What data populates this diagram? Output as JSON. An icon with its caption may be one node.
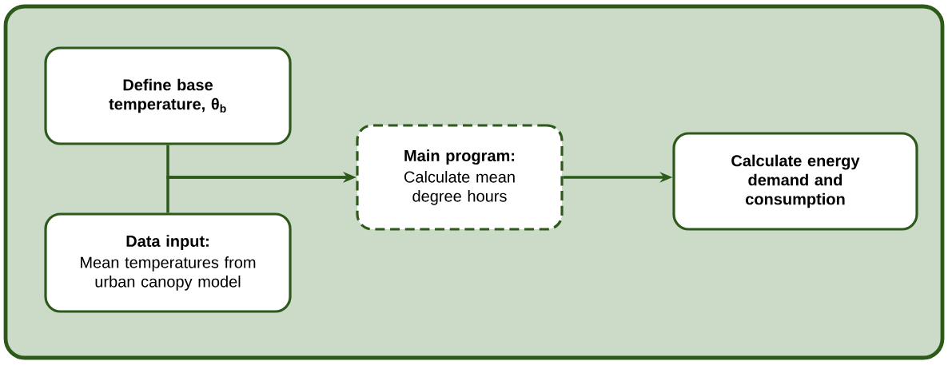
{
  "diagram": {
    "nodes": [
      {
        "text": [],
        "shape": "box"
      },
      {
        "text": [
          "Define base temperature, θ$_{b}$"
        ],
        "in": 0
      },
      {
        "text": [
          "Data input:",
          "Mean temperatures from urban canopy model"
        ],
        "in": 0
      },
      {
        "text": [
          "Main program:",
          "Calculate mean degree hours"
        ],
        "in": 0
      },
      {
        "text": [
          "Calculate energy demand and consumption"
        ],
        "in": 0
      }
    ],
    "edges": [
      {
        "from": 1,
        "to": 3,
        "arrow": "to"
      },
      {
        "from": 2,
        "to": 3,
        "arrow": "to"
      },
      {
        "from": 3,
        "to": 4,
        "arrow": "to"
      }
    ]
  }
}
